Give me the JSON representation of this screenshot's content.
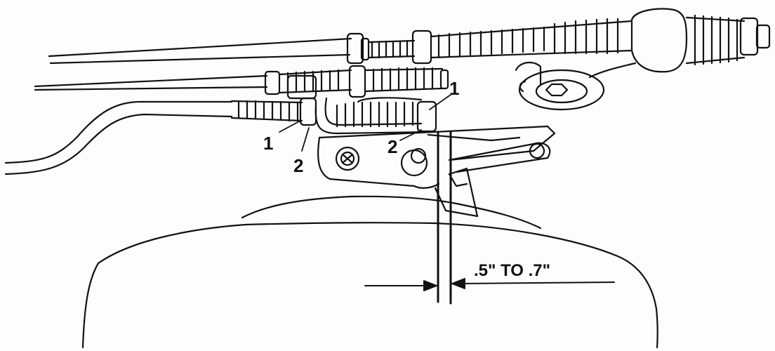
{
  "callouts": {
    "upper_right_1": "1",
    "left_1": "1",
    "left_2": "2",
    "center_2": "2"
  },
  "dimension": {
    "text": ".5\" TO .7\""
  },
  "colors": {
    "line": "#111111",
    "paper": "#fdfdfd"
  }
}
